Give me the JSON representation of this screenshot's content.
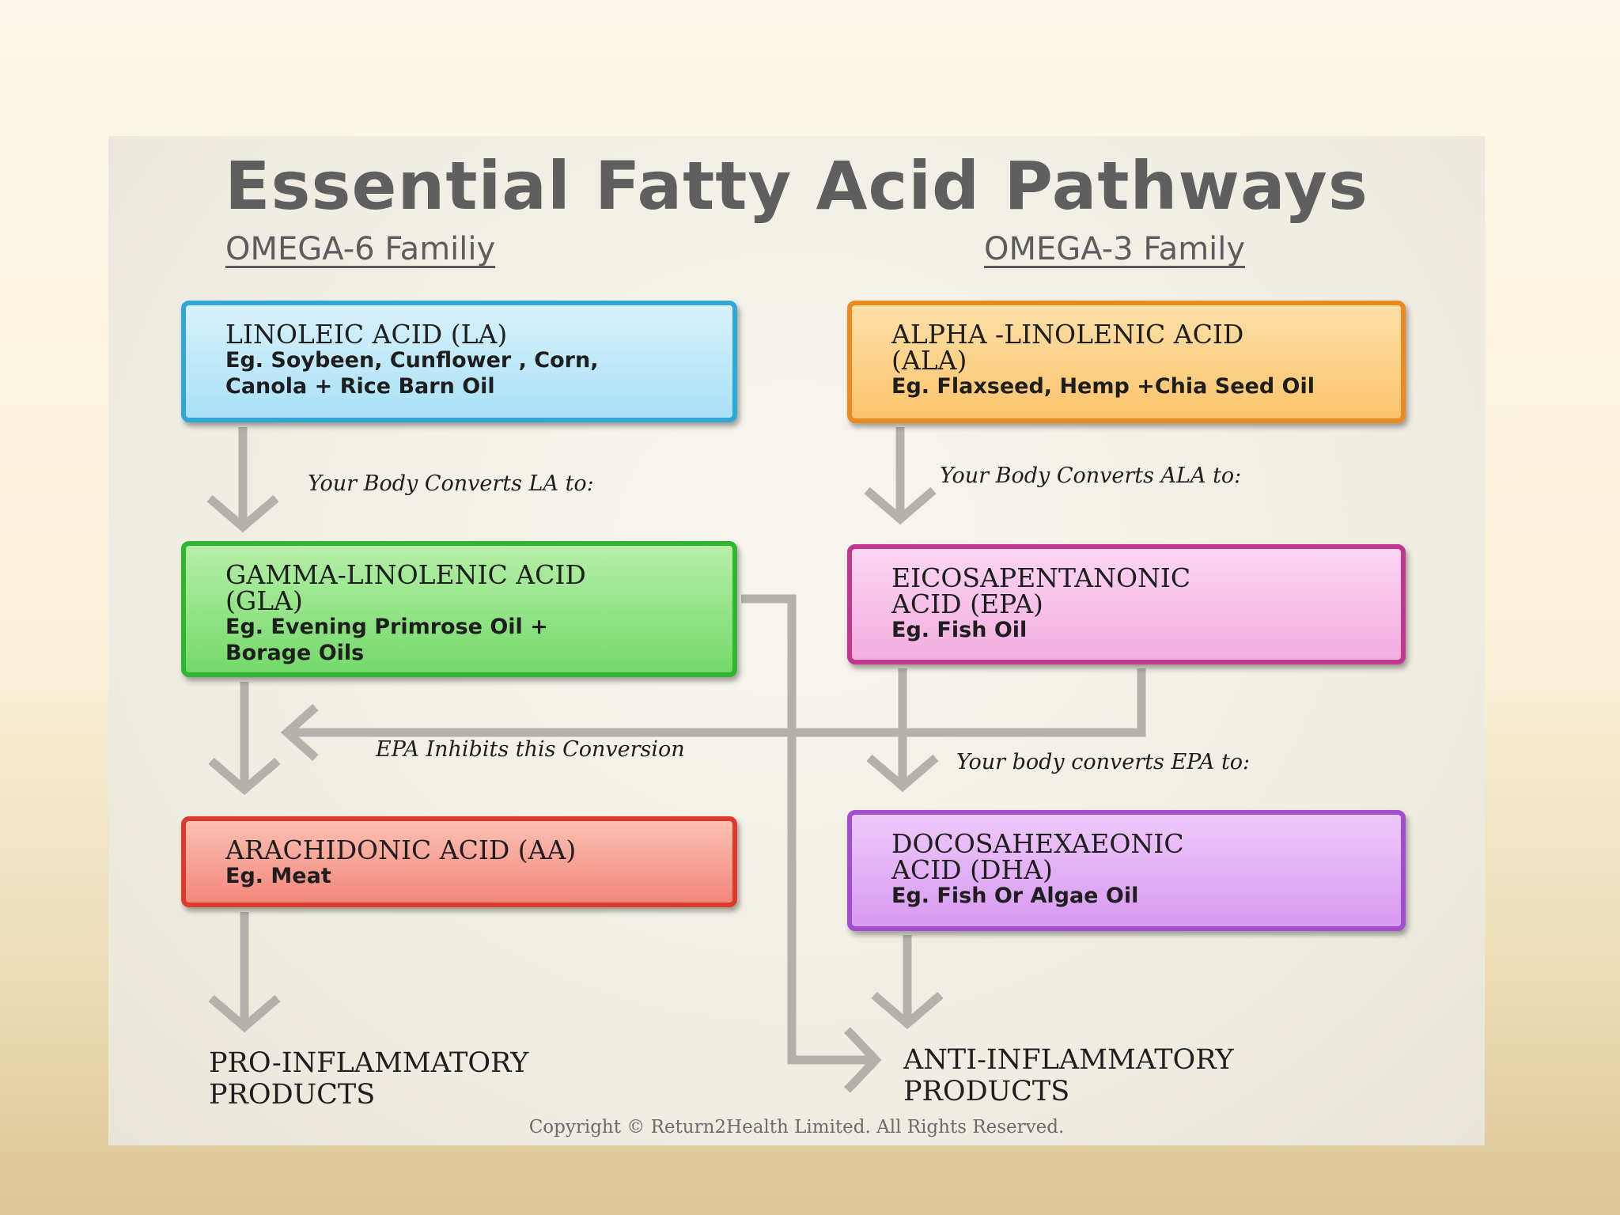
{
  "title": "Essential Fatty Acid Pathways",
  "families": {
    "omega6": {
      "heading": "OMEGA-6 Familiy"
    },
    "omega3": {
      "heading": "OMEGA-3 Family"
    }
  },
  "boxes": {
    "la": {
      "name": "LINOLEIC ACID (LA)",
      "eg_1": "Eg. Soybeen, Cunflower , Corn,",
      "eg_2": "Canola + Rice Barn Oil",
      "color": "#2fa8d6"
    },
    "ala": {
      "name_1": "ALPHA -LINOLENIC ACID",
      "name_2": "(ALA)",
      "eg_1": "Eg. Flaxseed, Hemp  +Chia Seed Oil",
      "color": "#ea8a20"
    },
    "gla": {
      "name_1": "GAMMA-LINOLENIC ACID",
      "name_2": "(GLA)",
      "eg_1": "Eg. Evening Primrose Oil +",
      "eg_2": "Borage Oils",
      "color": "#2fb52f"
    },
    "epa": {
      "name_1": "EICOSAPENTANONIC",
      "name_2": "ACID (EPA)",
      "eg_1": "Eg. Fish Oil",
      "color": "#c2368f"
    },
    "aa": {
      "name": "ARACHIDONIC ACID (AA)",
      "eg_1": "Eg. Meat",
      "color": "#dd3a2e"
    },
    "dha": {
      "name_1": "DOCOSAHEXAEONIC",
      "name_2": "ACID (DHA)",
      "eg_1": "Eg. Fish Or Algae Oil",
      "color": "#a24dce"
    }
  },
  "notes": {
    "la_converts": "Your Body Converts LA to:",
    "ala_converts": "Your Body Converts ALA to:",
    "epa_inhibits": "EPA Inhibits this Conversion",
    "epa_converts": "Your body converts EPA to:"
  },
  "outcomes": {
    "pro_1": "PRO-INFLAMMATORY",
    "pro_2": "PRODUCTS",
    "anti_1": "ANTI-INFLAMMATORY",
    "anti_2": "PRODUCTS"
  },
  "copyright": "Copyright © Return2Health Limited. All Rights Reserved.",
  "arrow_color": "#b3b1ab"
}
